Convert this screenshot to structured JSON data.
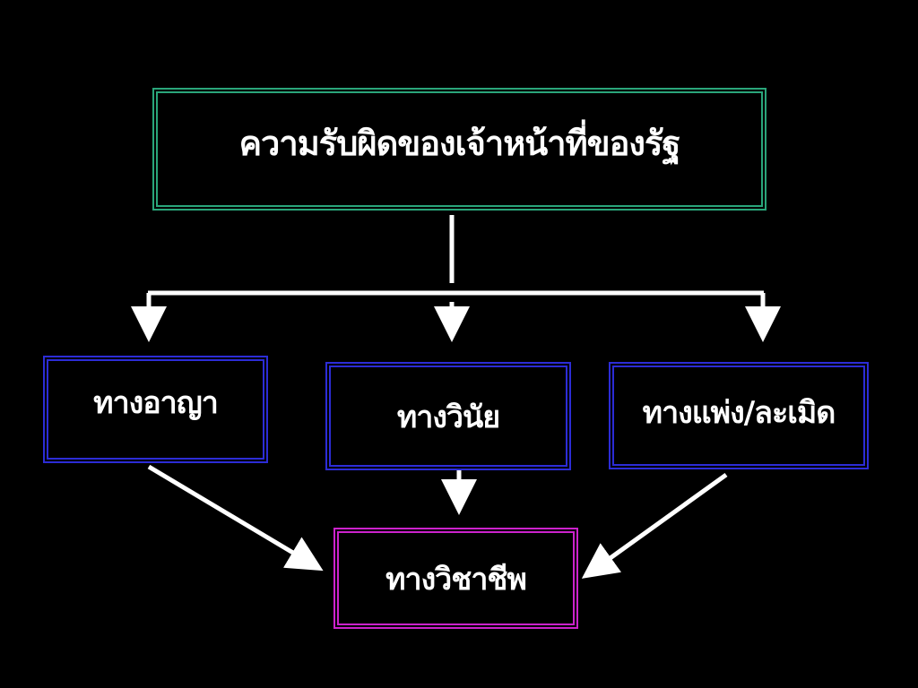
{
  "diagram": {
    "root": {
      "label": "ความรับผิดของเจ้าหน้าที่ของรัฐ"
    },
    "branches": [
      {
        "label": "ทางอาญา"
      },
      {
        "label": "ทางวินัย"
      },
      {
        "label": "ทางแพ่ง/ละเมิด"
      }
    ],
    "result": {
      "label": "ทางวิชาชีพ"
    },
    "colors": {
      "background": "#000000",
      "root_border": "#2aa57a",
      "branch_border": "#2c2cd6",
      "result_border": "#cc22cc",
      "connector": "#ffffff",
      "text": "#ffffff"
    }
  }
}
